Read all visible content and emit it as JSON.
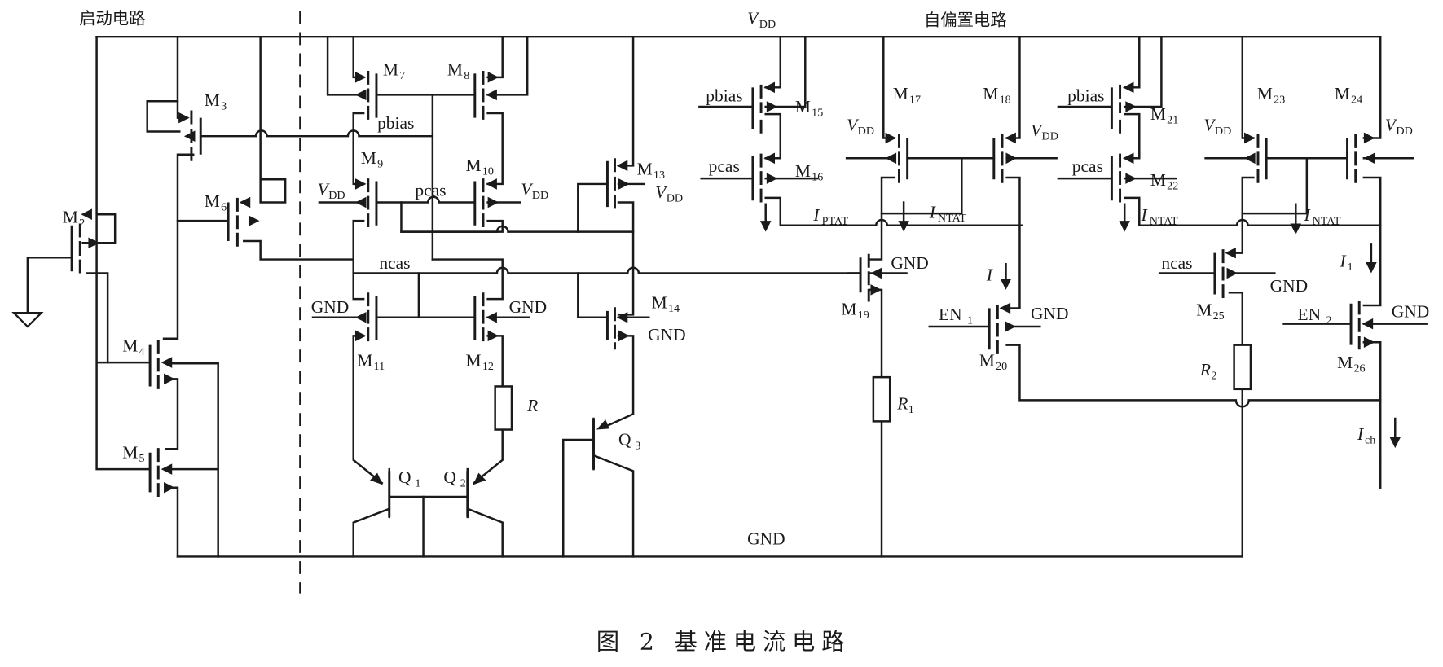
{
  "figure": {
    "caption": "图 2   基准电流电路",
    "section_labels": {
      "startup": "启动电路",
      "self_bias": "自偏置电路"
    }
  },
  "nets": {
    "vdd": "V",
    "vdd_sub": "DD",
    "gnd": "GND",
    "pbias": "pbias",
    "pcas": "pcas",
    "ncas": "ncas",
    "en1": "EN",
    "en1_sub": "1",
    "en2": "EN",
    "en2_sub": "2"
  },
  "transistors": [
    {
      "id": "M2",
      "name": "M",
      "sub": "2",
      "type": "PMOS"
    },
    {
      "id": "M3",
      "name": "M",
      "sub": "3",
      "type": "PMOS"
    },
    {
      "id": "M4",
      "name": "M",
      "sub": "4",
      "type": "NMOS"
    },
    {
      "id": "M5",
      "name": "M",
      "sub": "5",
      "type": "NMOS"
    },
    {
      "id": "M6",
      "name": "M",
      "sub": "6",
      "type": "PMOS"
    },
    {
      "id": "M7",
      "name": "M",
      "sub": "7",
      "type": "PMOS"
    },
    {
      "id": "M8",
      "name": "M",
      "sub": "8",
      "type": "PMOS"
    },
    {
      "id": "M9",
      "name": "M",
      "sub": "9",
      "type": "PMOS"
    },
    {
      "id": "M10",
      "name": "M",
      "sub": "10",
      "type": "PMOS"
    },
    {
      "id": "M11",
      "name": "M",
      "sub": "11",
      "type": "NMOS"
    },
    {
      "id": "M12",
      "name": "M",
      "sub": "12",
      "type": "NMOS"
    },
    {
      "id": "M13",
      "name": "M",
      "sub": "13",
      "type": "PMOS"
    },
    {
      "id": "M14",
      "name": "M",
      "sub": "14",
      "type": "NMOS"
    },
    {
      "id": "M15",
      "name": "M",
      "sub": "15",
      "type": "PMOS"
    },
    {
      "id": "M16",
      "name": "M",
      "sub": "16",
      "type": "PMOS"
    },
    {
      "id": "M17",
      "name": "M",
      "sub": "17",
      "type": "PMOS"
    },
    {
      "id": "M18",
      "name": "M",
      "sub": "18",
      "type": "PMOS"
    },
    {
      "id": "M19",
      "name": "M",
      "sub": "19",
      "type": "NMOS"
    },
    {
      "id": "M20",
      "name": "M",
      "sub": "20",
      "type": "PMOS"
    },
    {
      "id": "M21",
      "name": "M",
      "sub": "21",
      "type": "PMOS"
    },
    {
      "id": "M22",
      "name": "M",
      "sub": "22",
      "type": "PMOS"
    },
    {
      "id": "M23",
      "name": "M",
      "sub": "23",
      "type": "PMOS"
    },
    {
      "id": "M24",
      "name": "M",
      "sub": "24",
      "type": "PMOS"
    },
    {
      "id": "M25",
      "name": "M",
      "sub": "25",
      "type": "NMOS"
    },
    {
      "id": "M26",
      "name": "M",
      "sub": "26",
      "type": "NMOS"
    }
  ],
  "bjts": [
    {
      "id": "Q1",
      "name": "Q",
      "sub": "1"
    },
    {
      "id": "Q2",
      "name": "Q",
      "sub": "2"
    },
    {
      "id": "Q3",
      "name": "Q",
      "sub": "3"
    }
  ],
  "resistors": [
    {
      "id": "R",
      "name": "R",
      "sub": ""
    },
    {
      "id": "R1",
      "name": "R",
      "sub": "1"
    },
    {
      "id": "R2",
      "name": "R",
      "sub": "2"
    }
  ],
  "currents": {
    "iptat": {
      "name": "I",
      "sub": "PTAT"
    },
    "intat": {
      "name": "I",
      "sub": "NTAT"
    },
    "i": {
      "name": "I",
      "sub": ""
    },
    "i1": {
      "name": "I",
      "sub": "1"
    },
    "ich": {
      "name": "I",
      "sub": "ch"
    }
  }
}
